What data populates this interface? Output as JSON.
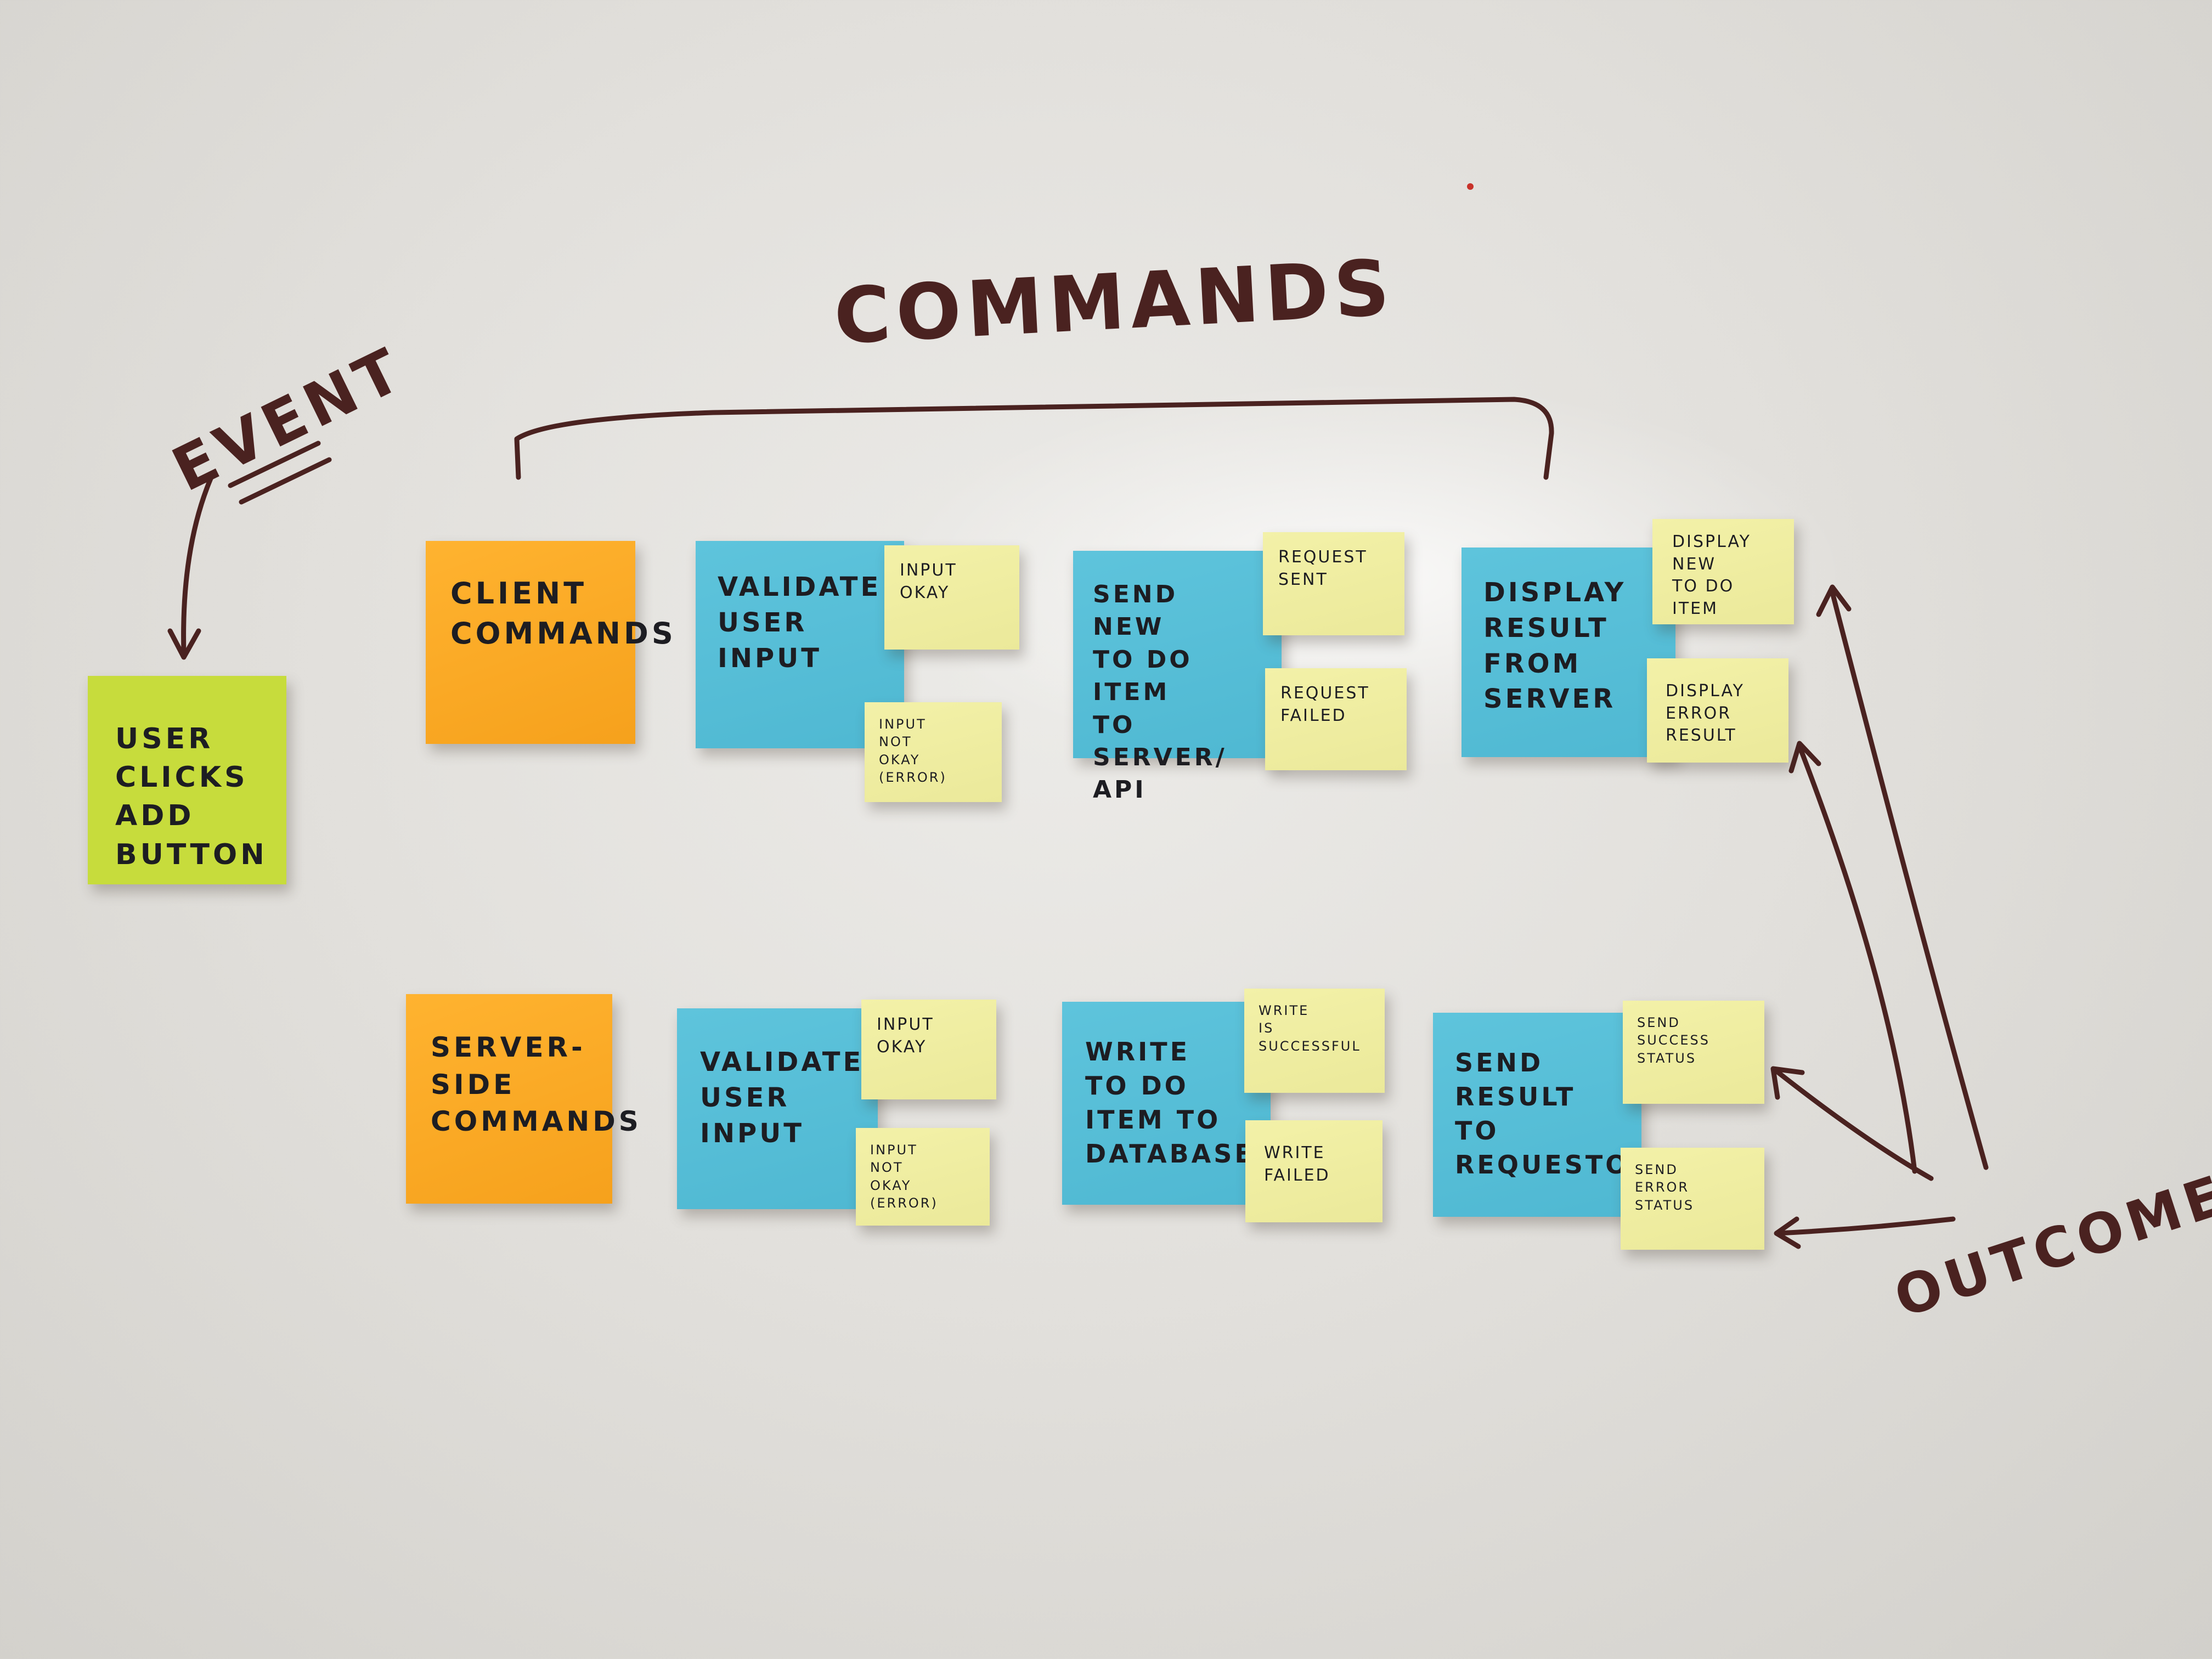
{
  "labels": {
    "commands": "COMMANDS",
    "event": "EVENT",
    "outcomes": "OUTCOMES"
  },
  "notes": {
    "event_note": "USER\nCLICKS\nADD\nBUTTON",
    "client_commands": "CLIENT\nCOMMANDS",
    "server_commands": "SERVER-\nSIDE\nCOMMANDS",
    "client_validate": "VALIDATE\nUSER\nINPUT",
    "client_input_okay": "INPUT\nOKAY",
    "client_input_not_okay": "INPUT\nNOT\nOKAY (ERROR)",
    "send_new_item": "SEND\nNEW\nTO DO ITEM\nTO SERVER/\nAPI",
    "request_sent": "REQUEST\nSENT",
    "request_failed": "REQUEST\nFAILED",
    "display_result": "DISPLAY\nRESULT\nFROM\nSERVER",
    "display_new_item": "DISPLAY\nNEW\nTO DO\nITEM",
    "display_error": "DISPLAY\nERROR\nRESULT",
    "server_validate": "VALIDATE\nUSER\nINPUT",
    "server_input_okay": "INPUT\nOKAY",
    "server_input_not_okay": "INPUT\nNOT\nOKAY\n(ERROR)",
    "write_item": "WRITE\nTO DO\nITEM TO\nDATABASE",
    "write_successful": "WRITE\nIS\nSUCCESSFUL",
    "write_failed": "WRITE\nFAILED",
    "send_result": "SEND\nRESULT\nTO\nREQUESTOR",
    "send_success": "SEND\nSUCCESS\nSTATUS",
    "send_error": "SEND\nERROR\nSTATUS"
  },
  "colors": {
    "marker": "#4a2220",
    "event_note": "#c7dc3c",
    "command_note": "#f6a11c",
    "step_note": "#4fb8d2",
    "outcome_note": "#ebe99a"
  }
}
